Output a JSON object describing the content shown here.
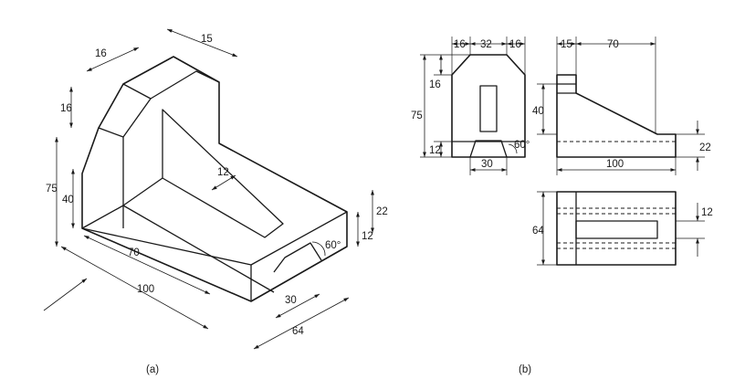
{
  "figure": {
    "caption_a": "(a)",
    "caption_b": "(b)"
  },
  "isometric_dims": {
    "d16_top": "16",
    "d15_top": "15",
    "d16_left": "16",
    "d75": "75",
    "d40": "40",
    "d12_rib": "12",
    "d70": "70",
    "d100": "100",
    "d22": "22",
    "d12_base": "12",
    "d60deg": "60°",
    "d30": "30",
    "d64": "64"
  },
  "front_view_dims": {
    "d16_a": "16",
    "d32": "32",
    "d16_b": "16",
    "d16_side": "16",
    "d75": "75",
    "d12": "12",
    "d30": "30",
    "d60": "60°"
  },
  "side_view_dims": {
    "d15": "15",
    "d70": "70",
    "d40": "40",
    "d22": "22",
    "d100": "100"
  },
  "top_view_dims": {
    "d64": "64",
    "d12": "12"
  }
}
